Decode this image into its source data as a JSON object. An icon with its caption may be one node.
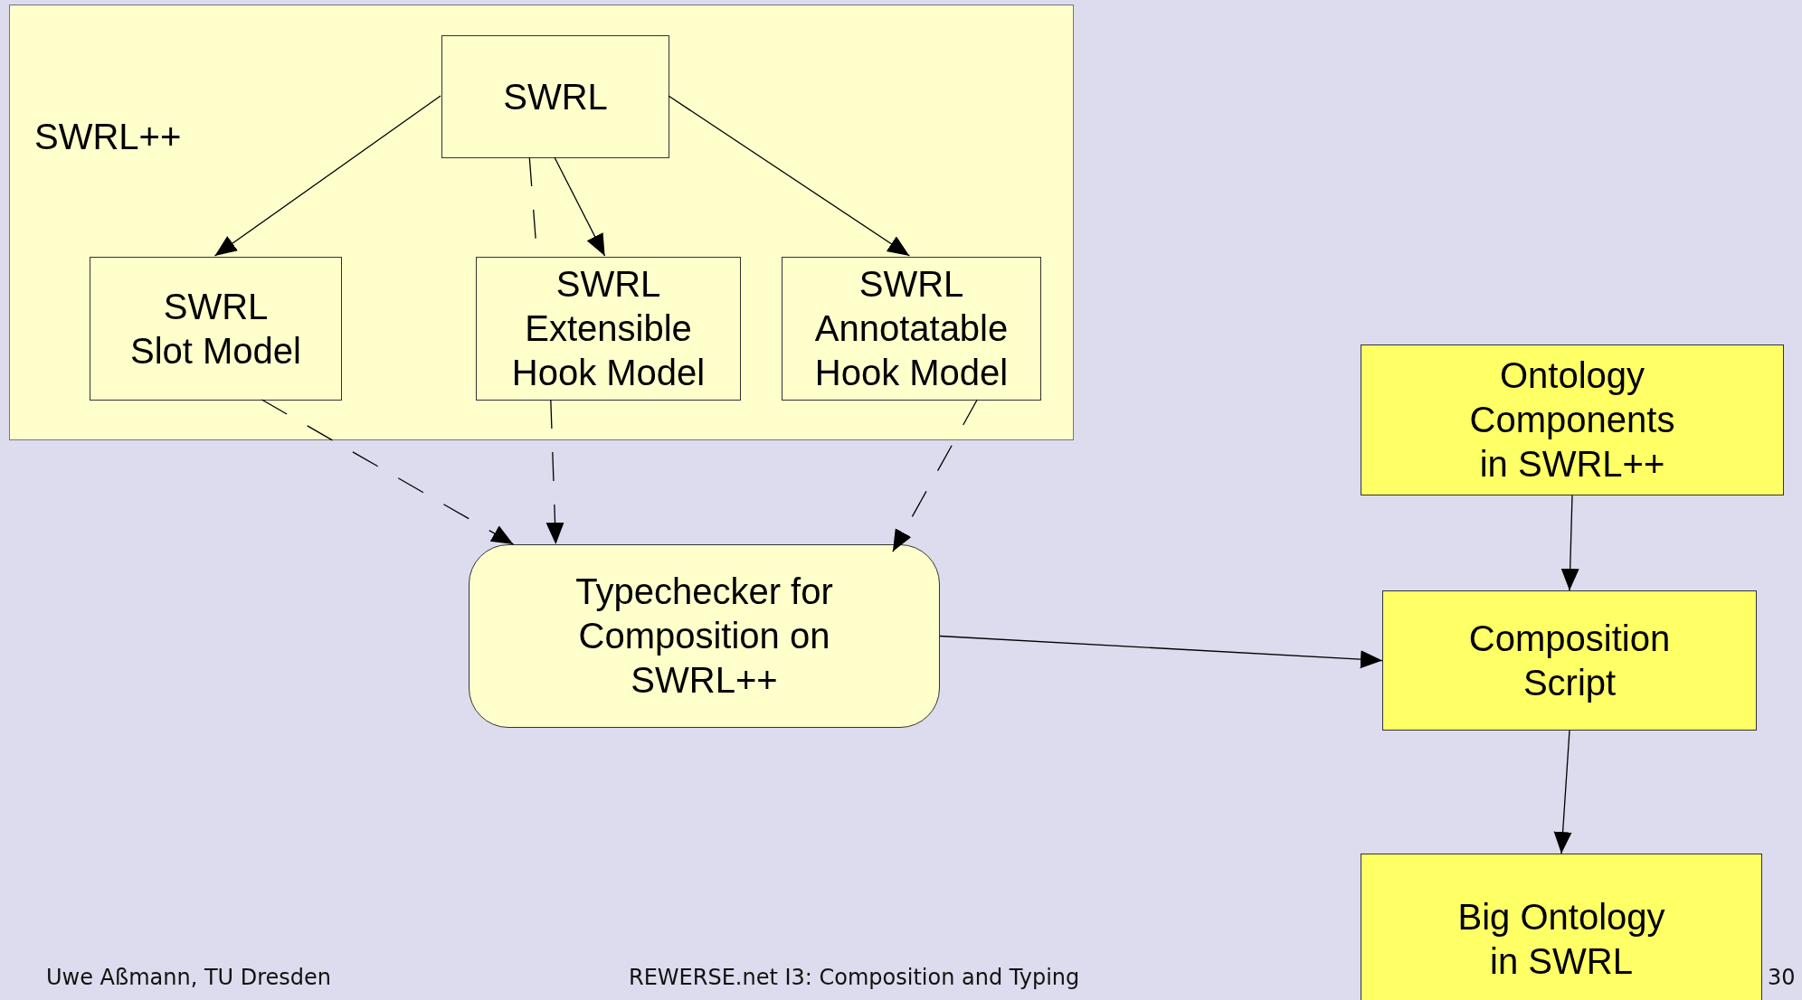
{
  "diagram": {
    "nodes": [
      {
        "text": [
          "SWRL++"
        ]
      },
      {
        "text": [
          "SWRL"
        ],
        "in": 0
      },
      {
        "text": [
          "SWRL Slot Model"
        ],
        "in": 0
      },
      {
        "text": [
          "SWRL Extensible Hook Model"
        ],
        "in": 0
      },
      {
        "text": [
          "SWRL Annotatable Hook Model"
        ],
        "in": 0
      },
      {
        "text": [
          "Typechecker for Composition on SWRL++"
        ]
      },
      {
        "text": [
          "Ontology Components in SWRL++"
        ]
      },
      {
        "text": [
          "Composition Script"
        ]
      },
      {
        "text": [
          "Big Ontology in SWRL"
        ]
      }
    ],
    "edges": [
      {
        "from": 1,
        "to": 2,
        "arrow": "to"
      },
      {
        "from": 1,
        "to": 3,
        "arrow": "to"
      },
      {
        "from": 1,
        "to": 4,
        "arrow": "to"
      },
      {
        "from": 1,
        "to": 3,
        "arrow": "none",
        "style": "dashed"
      },
      {
        "from": 2,
        "to": 5,
        "arrow": "to",
        "style": "dashed"
      },
      {
        "from": 3,
        "to": 5,
        "arrow": "to",
        "style": "dashed"
      },
      {
        "from": 4,
        "to": 5,
        "arrow": "to",
        "style": "dashed"
      },
      {
        "from": 5,
        "to": 7,
        "arrow": "to"
      },
      {
        "from": 6,
        "to": 7,
        "arrow": "to"
      },
      {
        "from": 7,
        "to": 8,
        "arrow": "to"
      }
    ],
    "labels": [
      "Uwe Aßmann, TU Dresden",
      "REWERSE.net I3: Composition and Typing",
      "30"
    ]
  }
}
